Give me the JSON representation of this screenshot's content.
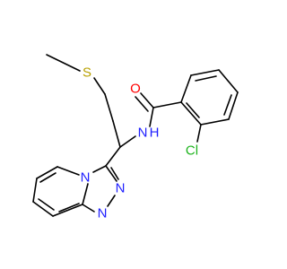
{
  "colors": {
    "bond": "#000000",
    "S": "#b8a000",
    "O": "#ff0000",
    "N": "#2020ff",
    "Cl": "#1db31d",
    "H": "#2020ff"
  },
  "atoms": {
    "S": "S",
    "O": "O",
    "NH_N": "N",
    "NH_H": "H",
    "Cl": "Cl",
    "N_ring_bridge": "N",
    "N_ring_2": "N",
    "N_ring_3": "N"
  }
}
